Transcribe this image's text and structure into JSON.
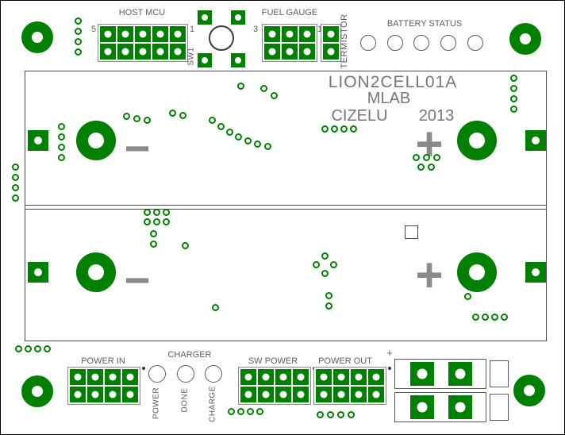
{
  "colors": {
    "pcb_green": "#008000",
    "silkscreen_gray": "#767676",
    "outline_gray": "#4a4a4a"
  },
  "top_connectors": {
    "host_mcu": {
      "label": "HOST MCU",
      "pin_left": "5",
      "pin_right": "1"
    },
    "sw1": {
      "label": "SW1"
    },
    "fuel_gauge": {
      "label": "FUEL GAUGE",
      "pin_left": "3",
      "pin_right": "1"
    },
    "termistor": {
      "label": "TERMISTOR"
    },
    "battery_status": {
      "label": "BATTERY STATUS"
    }
  },
  "silkscreen": {
    "title": "LION2CELL01A",
    "org": "MLAB",
    "designer": "CIZELU",
    "year": "2013",
    "cell_minus": "−",
    "cell_plus": "+"
  },
  "bottom_connectors": {
    "power_in": {
      "label": "POWER IN"
    },
    "charger": {
      "label": "CHARGER",
      "led_labels": [
        "POWER",
        "DONE",
        "CHARGE"
      ]
    },
    "sw_power": {
      "label": "SW POWER"
    },
    "power_out": {
      "label": "POWER OUT"
    },
    "terminal_plus": "+"
  }
}
